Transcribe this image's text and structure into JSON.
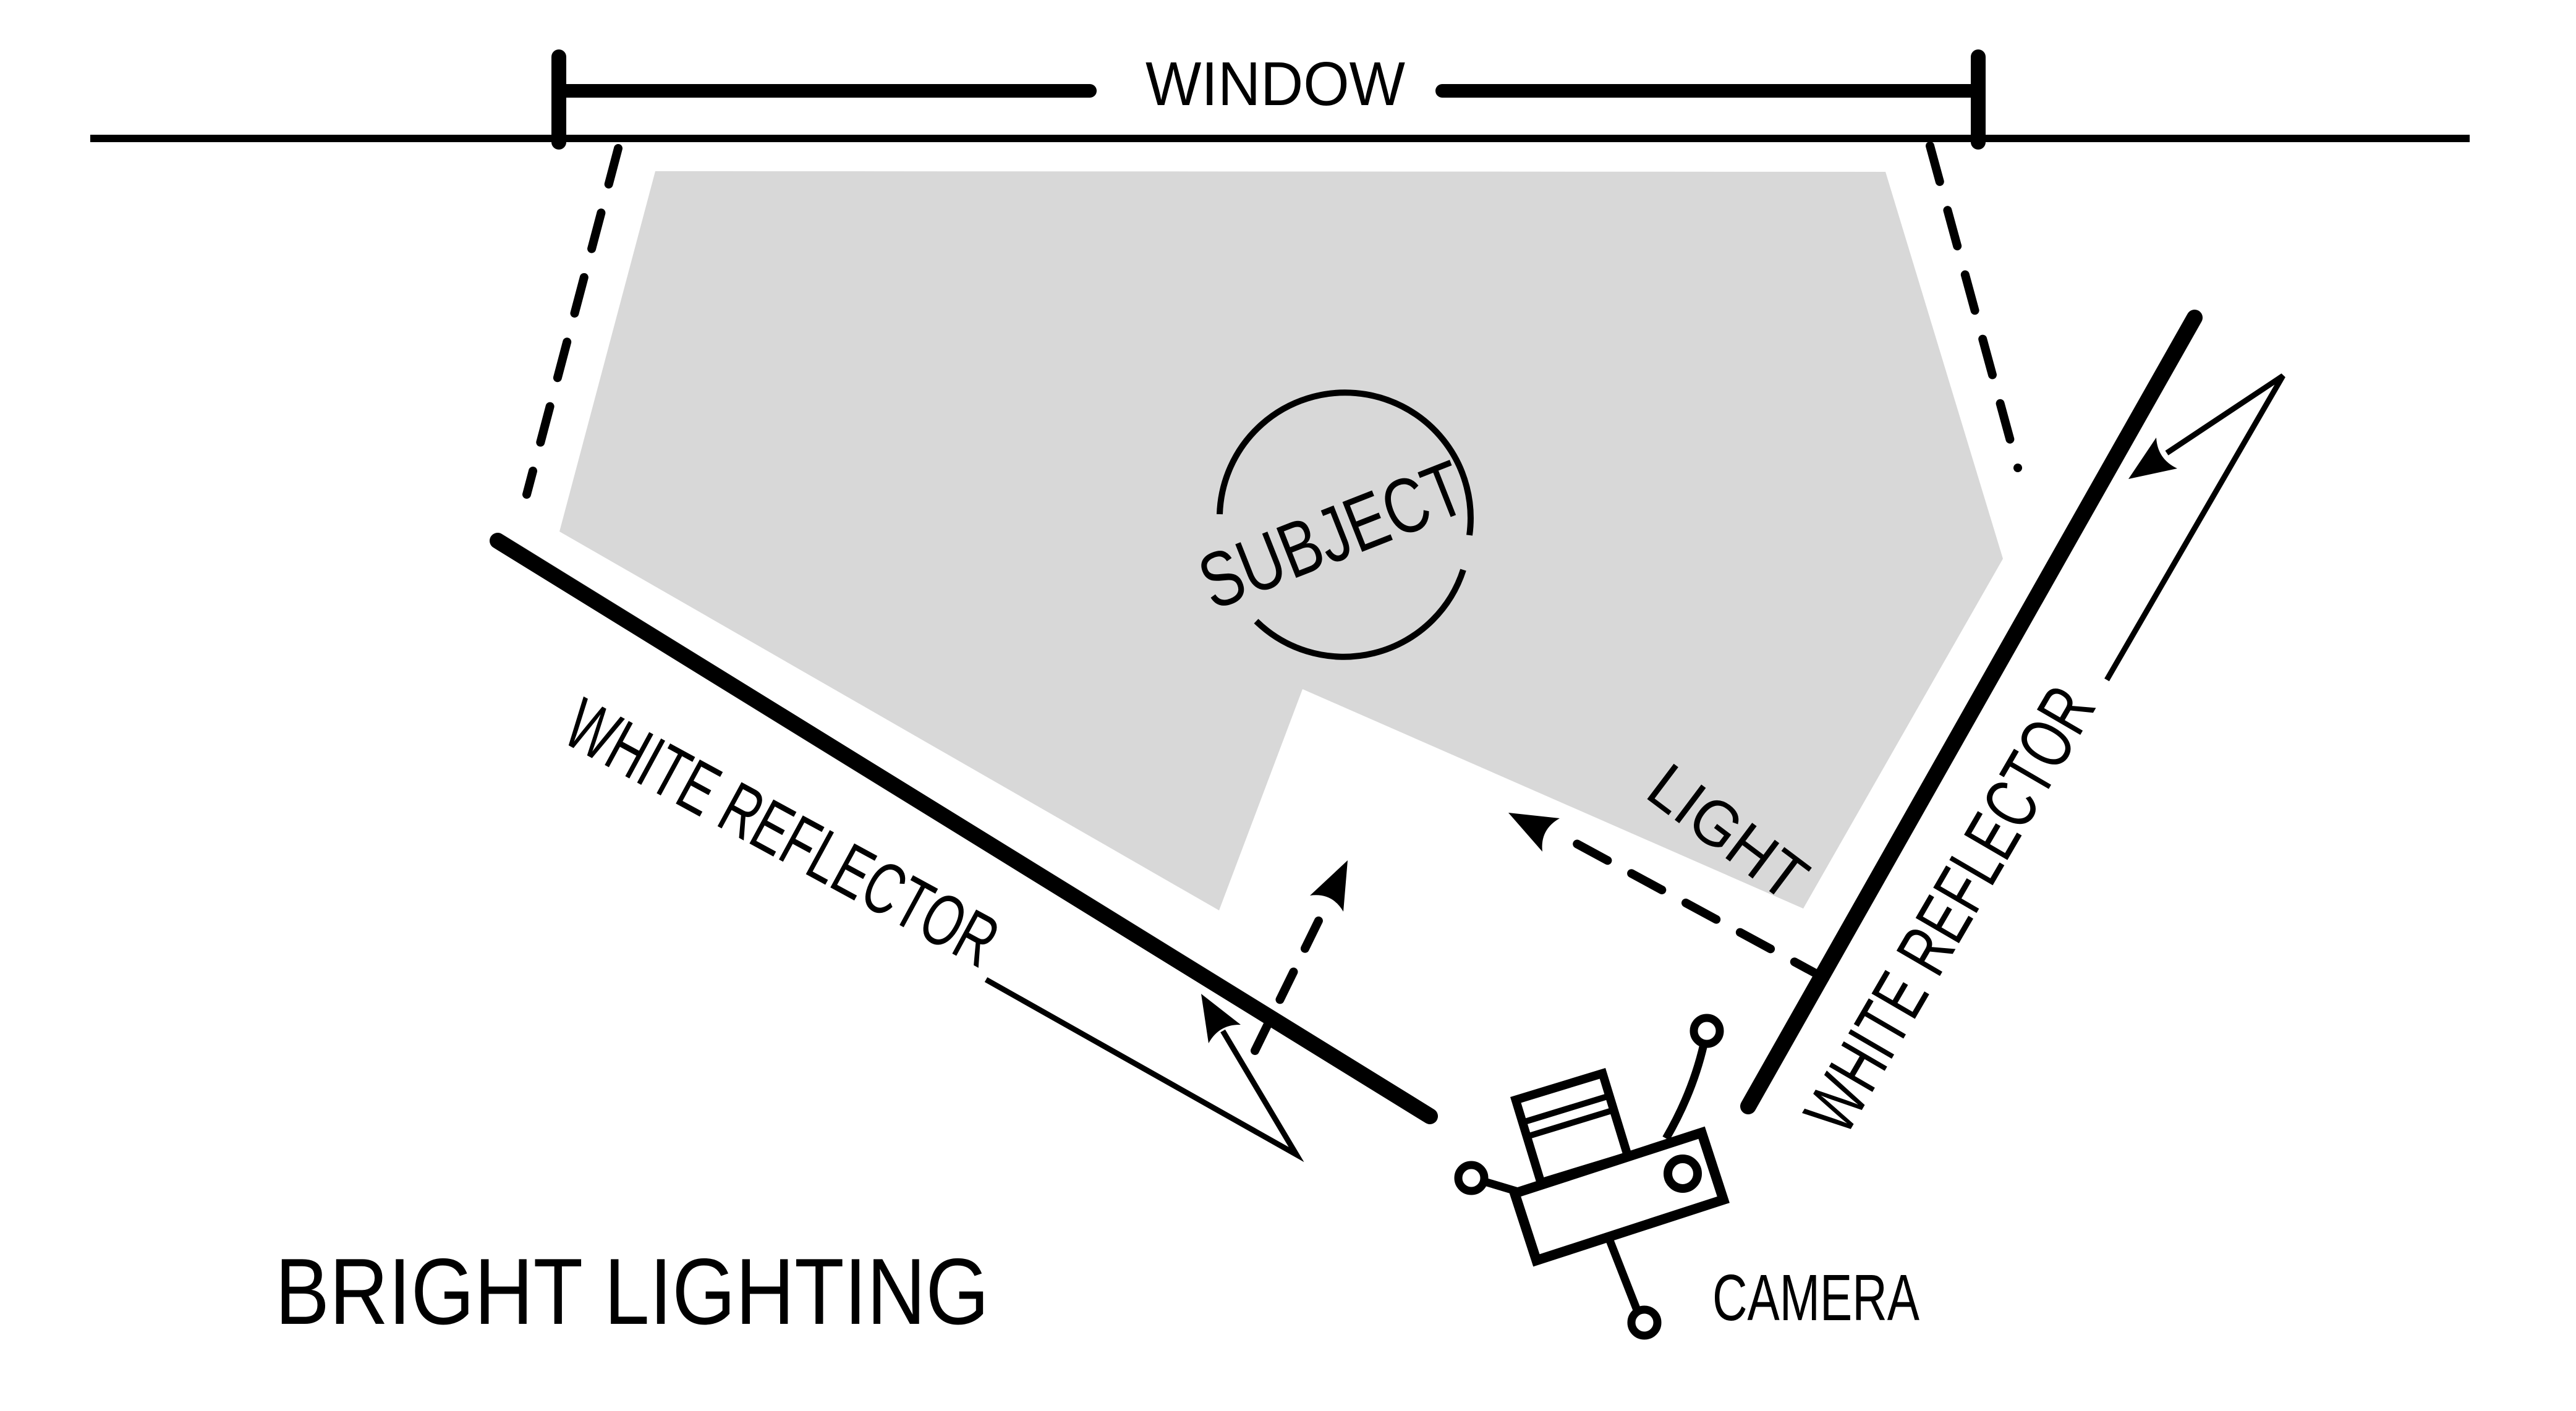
{
  "title": "BRIGHT LIGHTING",
  "labels": {
    "window": "WINDOW",
    "subject": "SUBJECT",
    "light": "LIGHT",
    "reflector_left": "WHITE REFLECTOR",
    "reflector_right": "WHITE REFLECTOR",
    "camera": "CAMERA"
  },
  "colors": {
    "background": "#ffffff",
    "ink": "#000000",
    "light_area": "#d8d8d8"
  }
}
